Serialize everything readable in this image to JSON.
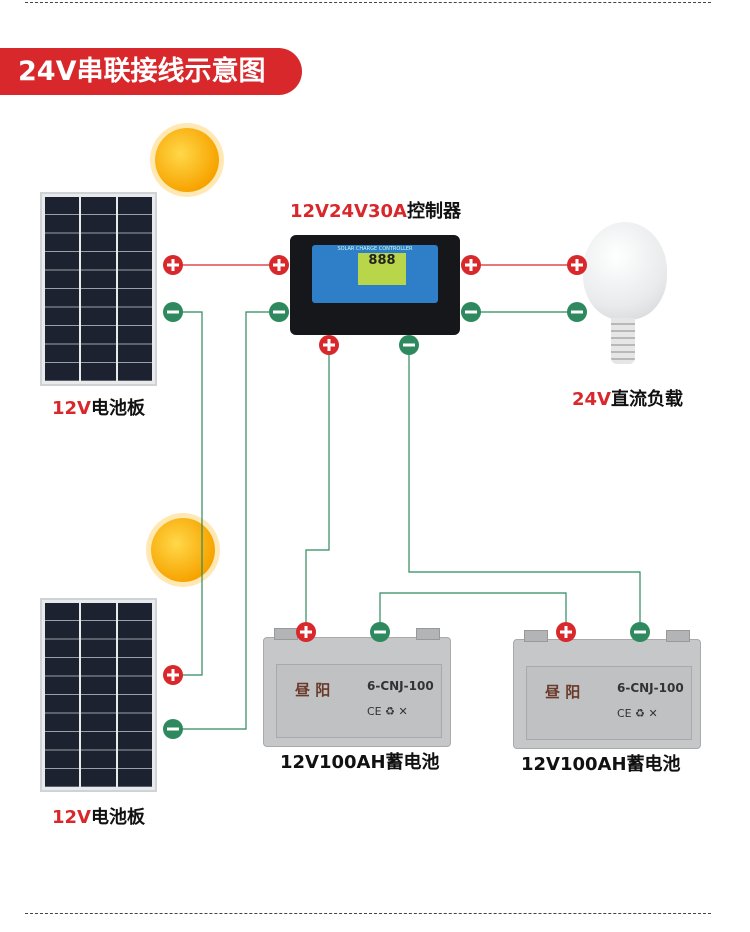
{
  "title": "24V串联接线示意图",
  "controller": {
    "label_red": "12V24V30A",
    "label_black": "控制器",
    "panel_text": "SOLAR CHARGE CONTROLLER",
    "display": "888"
  },
  "panels": [
    {
      "label_red": "12V",
      "label_black": "电池板"
    },
    {
      "label_red": "12V",
      "label_black": "电池板"
    }
  ],
  "load": {
    "label_red": "24V",
    "label_black": "直流负载"
  },
  "batteries": [
    {
      "label": "12V100AH蓄电池",
      "brand": "昼 阳",
      "model": "6-CNJ-100",
      "marks": "CE ♻ ✕"
    },
    {
      "label": "12V100AH蓄电池",
      "brand": "昼 阳",
      "model": "6-CNJ-100",
      "marks": "CE ♻ ✕"
    }
  ],
  "colors": {
    "positive": "#d8282c",
    "negative": "#2e8a5e"
  }
}
